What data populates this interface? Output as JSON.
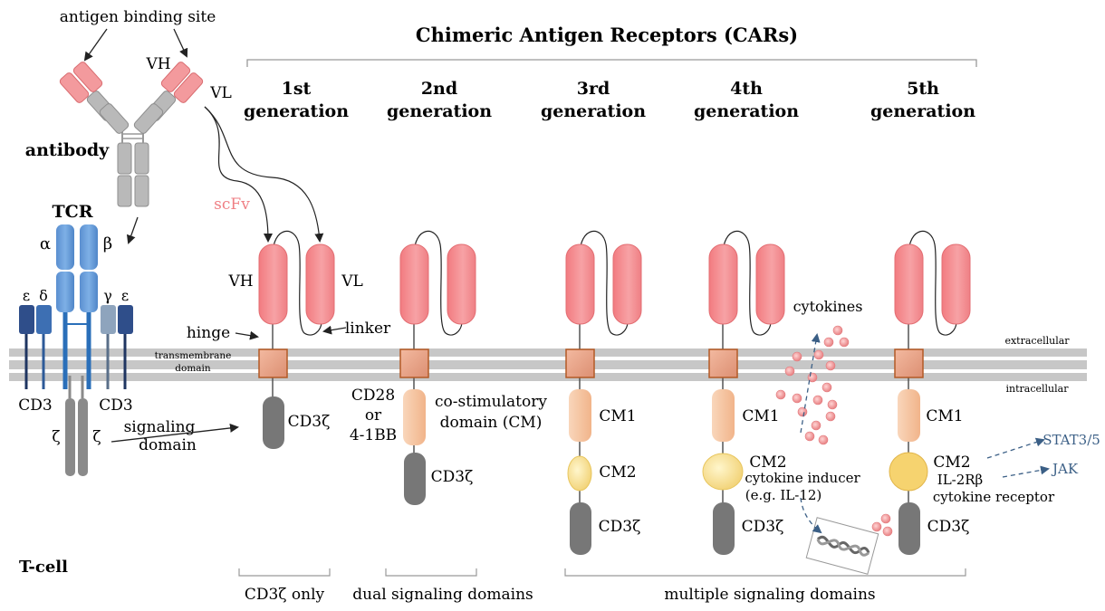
{
  "title": "Chimeric Antigen Receptors (CARs)",
  "generations": [
    {
      "num": "1st",
      "word": "generation"
    },
    {
      "num": "2nd",
      "word": "generation"
    },
    {
      "num": "3rd",
      "word": "generation"
    },
    {
      "num": "4th",
      "word": "generation"
    },
    {
      "num": "5th",
      "word": "generation"
    }
  ],
  "antibody": {
    "antigen_binding_site": "antigen binding site",
    "vh": "VH",
    "vl": "VL",
    "name": "antibody"
  },
  "tcr": {
    "name": "TCR",
    "alpha": "α",
    "beta": "β",
    "epsilon_left": "ε",
    "delta": "δ",
    "gamma": "γ",
    "epsilon_right": "ε",
    "cd3_left": "CD3",
    "cd3_right": "CD3",
    "zeta_left": "ζ",
    "zeta_right": "ζ"
  },
  "tcell": "T-cell",
  "labels": {
    "scfv": "scFv",
    "vh": "VH",
    "vl": "VL",
    "hinge": "hinge",
    "linker": "linker",
    "transmembrane": "transmembrane",
    "domain": "domain",
    "signaling": "signaling",
    "signaling_domain": "domain",
    "cd3z": "CD3ζ",
    "cd28": "CD28",
    "or": "or",
    "bb": "4-1BB",
    "costim_1": "co-stimulatory",
    "costim_2": "domain (CM)",
    "cm1": "CM1",
    "cm2": "CM2",
    "cytokines": "cytokines",
    "cytokine_inducer": "cytokine inducer",
    "eg_il12": "(e.g. IL-12)",
    "il2rb": "IL-2Rβ",
    "cytokine_receptor": "cytokine receptor",
    "stat": "STAT3/5",
    "jak": "JAK",
    "extracellular": "extracellular",
    "intracellular": "intracellular"
  },
  "bottom": {
    "cd3z_only": "CD3ζ only",
    "dual": "dual signaling domains",
    "multiple": "multiple signaling domains"
  },
  "colors": {
    "scfv_red": "#ef8a8e",
    "membrane": "#c8c8c8",
    "tm_box": "#e9a88c",
    "tm_border": "#b35a26",
    "cm_peach": "#f7c8a6",
    "cm2_yellow": "#f7e08e",
    "cd3z_gray": "#7a7a7a",
    "tcr_blue": "#5b97d6",
    "navy": "#2f4e8a",
    "arrow_blue": "#3b5f86"
  }
}
